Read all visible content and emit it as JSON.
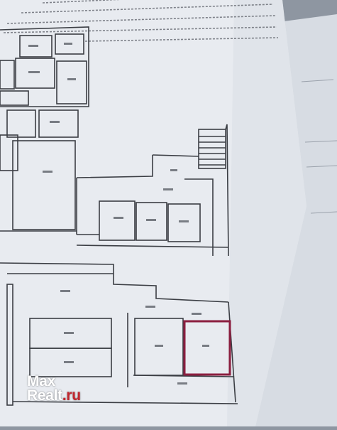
{
  "photo": {
    "subject": "",
    "colors": {
      "page": "#e9ecf0",
      "lines": "#3b3e44",
      "highlight": "#8b1e3f",
      "background": "#8e96a1"
    }
  },
  "watermark": {
    "line1": "Max",
    "line2_prefix": "Realt",
    "line2_accent": ".ru"
  }
}
